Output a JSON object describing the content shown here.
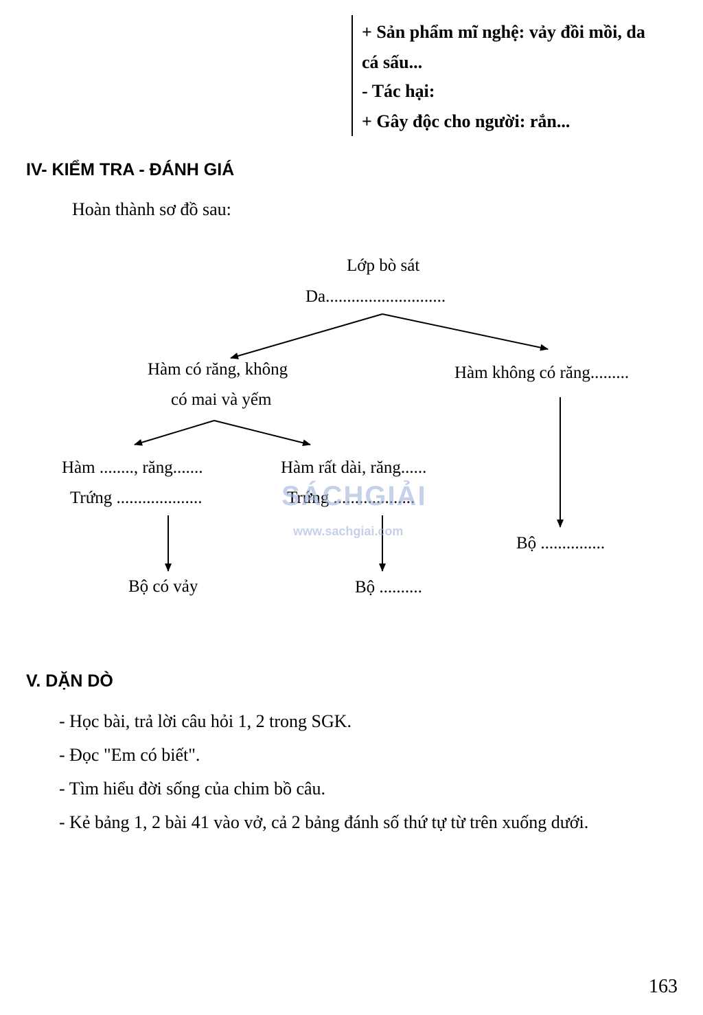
{
  "top_box": {
    "lines": [
      "+ Sản phẩm mĩ nghệ: vảy đồi mồi, da",
      "cá sấu...",
      "- Tác hại:",
      "+ Gây độc cho người: rắn..."
    ]
  },
  "section_iv": {
    "heading": "IV- KIỂM TRA - ĐÁNH GIÁ",
    "instruction": "Hoàn thành sơ đồ sau:"
  },
  "diagram": {
    "root_title": "Lớp bò sát",
    "root_sub": "Da............................",
    "left_l1": "Hàm có răng, không",
    "left_l2": "có mai và yếm",
    "right_branch": "Hàm không có răng.........",
    "ll_l1": "Hàm ........, răng.......",
    "ll_l2": "Trứng ....................",
    "lr_l1": "Hàm rất dài, răng......",
    "lr_l2": "Trứng ...................",
    "leaf_1": "Bộ có vảy",
    "leaf_2": "Bộ ..........",
    "leaf_3": "Bộ ..............."
  },
  "watermark": {
    "brand": "SÁCHGIẢI",
    "url": "www.sachgiai.com"
  },
  "section_v": {
    "heading": "V. DẶN DÒ",
    "items": [
      "- Học bài, trả lời câu hỏi 1, 2 trong SGK.",
      "- Đọc \"Em có biết\".",
      "- Tìm hiểu đời sống của chim bồ câu.",
      "- Kẻ bảng 1, 2 bài 41 vào vở, cả 2 bảng đánh số thứ tự từ trên xuống dưới."
    ]
  },
  "page_number": "163"
}
